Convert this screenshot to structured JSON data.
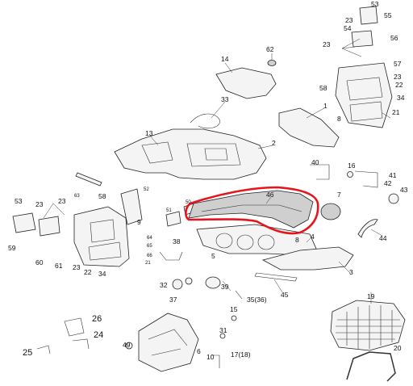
{
  "diagram": {
    "callouts": [
      {
        "id": "c1",
        "text": "1",
        "size": "normal"
      },
      {
        "id": "c2",
        "text": "2",
        "size": "normal"
      },
      {
        "id": "c3",
        "text": "3",
        "size": "normal"
      },
      {
        "id": "c4",
        "text": "4",
        "size": "normal"
      },
      {
        "id": "c5",
        "text": "5",
        "size": "normal"
      },
      {
        "id": "c6",
        "text": "6",
        "size": "normal"
      },
      {
        "id": "c7",
        "text": "7",
        "size": "normal"
      },
      {
        "id": "c8a",
        "text": "8",
        "size": "normal"
      },
      {
        "id": "c8b",
        "text": "8",
        "size": "normal"
      },
      {
        "id": "c9",
        "text": "9",
        "size": "normal"
      },
      {
        "id": "c10",
        "text": "10",
        "size": "normal"
      },
      {
        "id": "c13",
        "text": "13",
        "size": "normal"
      },
      {
        "id": "c14",
        "text": "14",
        "size": "normal"
      },
      {
        "id": "c15",
        "text": "15",
        "size": "normal"
      },
      {
        "id": "c16",
        "text": "16",
        "size": "normal"
      },
      {
        "id": "c17",
        "text": "17(18)",
        "size": "normal"
      },
      {
        "id": "c19",
        "text": "19",
        "size": "normal"
      },
      {
        "id": "c20",
        "text": "20",
        "size": "normal"
      },
      {
        "id": "c21a",
        "text": "21",
        "size": "normal"
      },
      {
        "id": "c21b",
        "text": "21",
        "size": "small"
      },
      {
        "id": "c22a",
        "text": "22",
        "size": "normal"
      },
      {
        "id": "c22b",
        "text": "22",
        "size": "normal"
      },
      {
        "id": "c23a",
        "text": "23",
        "size": "normal"
      },
      {
        "id": "c23b",
        "text": "23",
        "size": "normal"
      },
      {
        "id": "c23c",
        "text": "23",
        "size": "normal"
      },
      {
        "id": "c23d",
        "text": "23",
        "size": "normal"
      },
      {
        "id": "c23e",
        "text": "23",
        "size": "normal"
      },
      {
        "id": "c23f",
        "text": "23",
        "size": "normal"
      },
      {
        "id": "c24",
        "text": "24",
        "size": "big"
      },
      {
        "id": "c25",
        "text": "25",
        "size": "big"
      },
      {
        "id": "c26",
        "text": "26",
        "size": "big"
      },
      {
        "id": "c31",
        "text": "31",
        "size": "normal"
      },
      {
        "id": "c32",
        "text": "32",
        "size": "normal"
      },
      {
        "id": "c33",
        "text": "33",
        "size": "normal"
      },
      {
        "id": "c34a",
        "text": "34",
        "size": "normal"
      },
      {
        "id": "c34b",
        "text": "34",
        "size": "normal"
      },
      {
        "id": "c35",
        "text": "35(36)",
        "size": "normal"
      },
      {
        "id": "c37",
        "text": "37",
        "size": "normal"
      },
      {
        "id": "c38",
        "text": "38",
        "size": "normal"
      },
      {
        "id": "c39",
        "text": "39",
        "size": "normal"
      },
      {
        "id": "c40",
        "text": "40",
        "size": "normal"
      },
      {
        "id": "c41",
        "text": "41",
        "size": "normal"
      },
      {
        "id": "c42",
        "text": "42",
        "size": "normal"
      },
      {
        "id": "c43",
        "text": "43",
        "size": "normal"
      },
      {
        "id": "c44",
        "text": "44",
        "size": "normal"
      },
      {
        "id": "c45",
        "text": "45",
        "size": "normal"
      },
      {
        "id": "c46",
        "text": "46",
        "size": "normal"
      },
      {
        "id": "c49",
        "text": "49",
        "size": "normal"
      },
      {
        "id": "c50",
        "text": "50",
        "size": "small"
      },
      {
        "id": "c51",
        "text": "51",
        "size": "small"
      },
      {
        "id": "c52",
        "text": "52",
        "size": "small"
      },
      {
        "id": "c53a",
        "text": "53",
        "size": "normal"
      },
      {
        "id": "c53b",
        "text": "53",
        "size": "normal"
      },
      {
        "id": "c54",
        "text": "54",
        "size": "normal"
      },
      {
        "id": "c55",
        "text": "55",
        "size": "normal"
      },
      {
        "id": "c56",
        "text": "56",
        "size": "normal"
      },
      {
        "id": "c57",
        "text": "57",
        "size": "normal"
      },
      {
        "id": "c58a",
        "text": "58",
        "size": "normal"
      },
      {
        "id": "c58b",
        "text": "58",
        "size": "normal"
      },
      {
        "id": "c59",
        "text": "59",
        "size": "normal"
      },
      {
        "id": "c60",
        "text": "60",
        "size": "normal"
      },
      {
        "id": "c61",
        "text": "61",
        "size": "normal"
      },
      {
        "id": "c62",
        "text": "62",
        "size": "normal"
      },
      {
        "id": "c63",
        "text": "63",
        "size": "small"
      },
      {
        "id": "c64",
        "text": "64",
        "size": "small"
      },
      {
        "id": "c65",
        "text": "65",
        "size": "small"
      },
      {
        "id": "c66",
        "text": "66",
        "size": "small"
      }
    ],
    "highlight": {
      "part": "46",
      "color": "#e8141c"
    }
  }
}
